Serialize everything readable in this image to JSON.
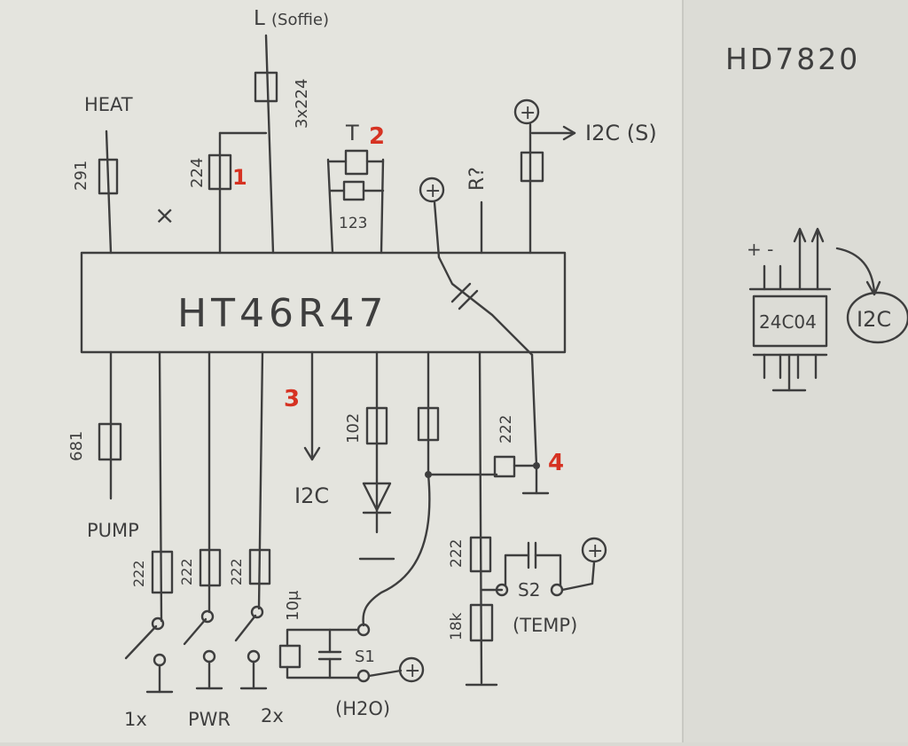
{
  "title": "HD7820",
  "mcu": "HT46R47",
  "eeprom": "24C04",
  "eeprom_bus": "I2C",
  "markers": {
    "m1": "1",
    "m2": "2",
    "m3": "3",
    "m4": "4"
  },
  "top": {
    "heat": "HEAT",
    "r_heat": "291",
    "l_coil": "L",
    "l_note": "(Soffie)",
    "r_l": "3x224",
    "r1": "224",
    "cap_t": "T",
    "r_t": "123",
    "r_unknown": "R?",
    "plus": "+",
    "i2c_s": "I2C (S)",
    "nc": "×"
  },
  "bottom": {
    "r_pump": "681",
    "pump": "PUMP",
    "r_btn1": "222",
    "r_btn2": "222",
    "r_btn3": "222",
    "btn1": "1x",
    "btn2": "PWR",
    "btn3": "2x",
    "i2c": "I2C",
    "r_led": "102",
    "r_4": "222",
    "r_div_top": "222",
    "r_div_bot": "18k",
    "cap_10u": "10μ",
    "s1": "S1",
    "s1_label": "(H2O)",
    "s2": "S2",
    "s2_label": "(TEMP)"
  },
  "side": {
    "pins_sign": "+ -"
  }
}
